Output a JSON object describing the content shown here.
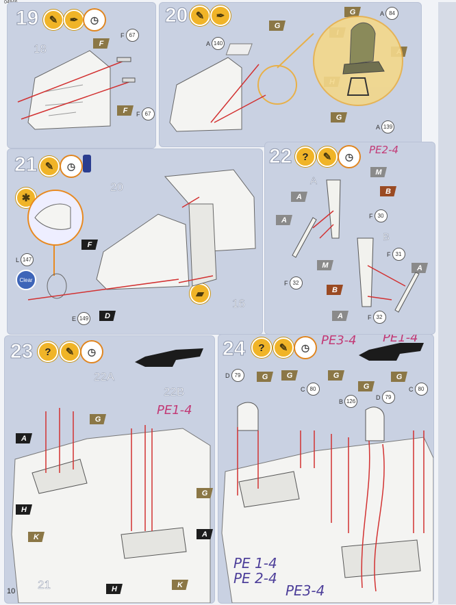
{
  "doc_code": "04946",
  "page_number": "10",
  "steps": {
    "s19": {
      "num": "19",
      "tags": [
        "F",
        "F"
      ],
      "parts": [
        "67",
        "67"
      ],
      "big": "18"
    },
    "s20": {
      "num": "20",
      "tags": [
        "G",
        "G",
        "I",
        "A",
        "H"
      ],
      "parts": [
        "140",
        "84",
        "139"
      ],
      "prefixes": [
        "A",
        "A",
        "A"
      ]
    },
    "s21": {
      "num": "21",
      "tags": [
        "F",
        "D"
      ],
      "parts": [
        "147",
        "149"
      ],
      "prefixes": [
        "L",
        "E"
      ],
      "bigs": [
        "20",
        "16"
      ],
      "clear": "Clear"
    },
    "s22": {
      "num": "22",
      "hand": "PE2-4",
      "tags": [
        "M",
        "B",
        "A",
        "A",
        "M",
        "B",
        "A",
        "A"
      ],
      "parts": [
        "30",
        "31",
        "32",
        "32"
      ],
      "prefixes": [
        "F",
        "F",
        "F",
        "F"
      ],
      "letters": [
        "A",
        "B"
      ]
    },
    "s23": {
      "num": "23",
      "hand": "PE1-4",
      "labels": [
        "22A",
        "22B"
      ],
      "tags": [
        "G",
        "A",
        "H",
        "K",
        "G",
        "A",
        "H",
        "K"
      ],
      "big": "21"
    },
    "s24": {
      "num": "24",
      "hand": [
        "PE3-4",
        "PE1-4"
      ],
      "tags": [
        "G",
        "G",
        "G",
        "G",
        "G"
      ],
      "parts": [
        "79",
        "80",
        "126",
        "79",
        "80"
      ],
      "prefixes": [
        "D",
        "C",
        "B",
        "D",
        "C"
      ],
      "hand_bottom": [
        "PE 1-4",
        "PE 2-4",
        "PE3-4"
      ]
    }
  }
}
